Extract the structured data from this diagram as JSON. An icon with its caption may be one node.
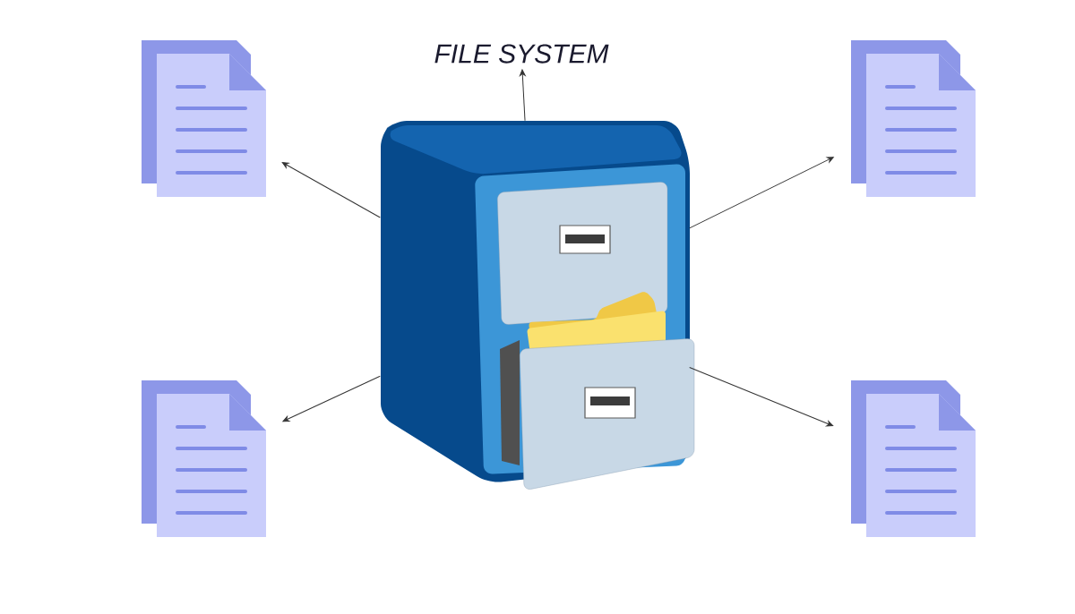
{
  "diagram": {
    "nodes": [
      {
        "text": [
          "FILE SYSTEM"
        ]
      },
      {
        "text": [],
        "shape": "picture"
      },
      {
        "text": [],
        "shape": "picture"
      },
      {
        "text": [],
        "shape": "picture"
      },
      {
        "text": [],
        "shape": "picture"
      },
      {
        "text": [],
        "shape": "picture"
      }
    ],
    "edges": [
      {
        "from": 3,
        "to": 0,
        "arrow": "to"
      },
      {
        "from": 3,
        "to": 1,
        "arrow": "to"
      },
      {
        "from": 3,
        "to": 2,
        "arrow": "to"
      },
      {
        "from": 3,
        "to": 4,
        "arrow": "to"
      },
      {
        "from": 3,
        "to": 5,
        "arrow": "to"
      }
    ]
  }
}
